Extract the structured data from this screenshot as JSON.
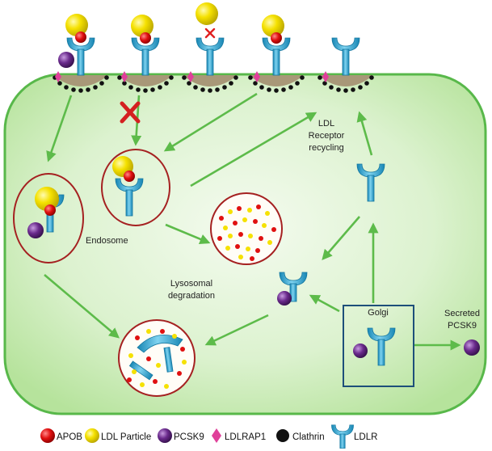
{
  "labels": {
    "receptor_recycling": [
      "LDL",
      "Receptor",
      "recycling"
    ],
    "endosome": "Endosome",
    "lysosomal_degradation": [
      "Lysosomal",
      "degradation"
    ],
    "golgi": "Golgi",
    "secreted_pcsk9": [
      "Secreted",
      "PCSK9"
    ]
  },
  "legend": [
    {
      "key": "apob",
      "label": "APOB",
      "icon": "red-sphere-icon"
    },
    {
      "key": "ldl",
      "label": "LDL Particle",
      "icon": "yellow-sphere-icon"
    },
    {
      "key": "pcsk9",
      "label": "PCSK9",
      "icon": "purple-sphere-icon"
    },
    {
      "key": "ldlrap1",
      "label": "LDLRAP1",
      "icon": "pink-diamond-icon"
    },
    {
      "key": "clathrin",
      "label": "Clathrin",
      "icon": "black-dot-icon"
    },
    {
      "key": "ldlr",
      "label": "LDLR",
      "icon": "receptor-y-icon"
    }
  ],
  "colors": {
    "cell_fill": "#c8ecb4",
    "cell_stroke": "#58b84a",
    "arrow": "#5dbb4a",
    "vesicle_stroke": "#a52121",
    "golgi_stroke": "#1d4f7a",
    "apob": "#e01010",
    "ldl": "#f5e100",
    "pcsk9": "#6a2a8c",
    "ldlrap1": "#e0409a",
    "clathrin": "#111111",
    "ldlr": "#2fa9d4",
    "pit": "#a89878"
  }
}
